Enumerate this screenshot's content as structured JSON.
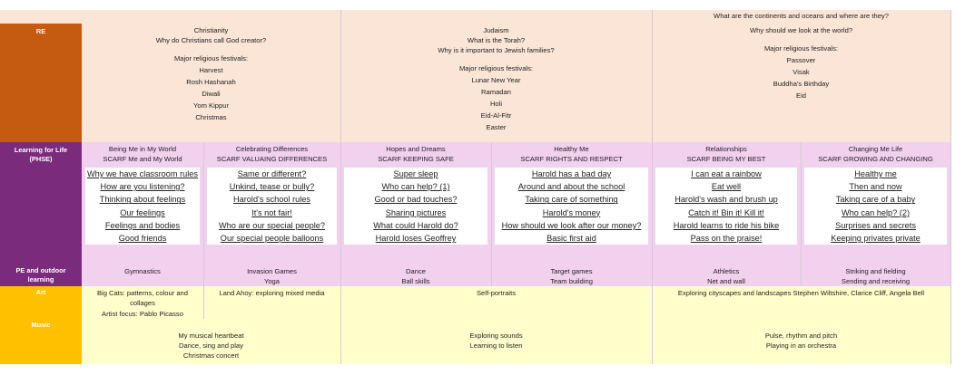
{
  "geography_top": {
    "col6": "What are the continents and oceans and where are they?"
  },
  "re": {
    "header": "RE",
    "col1": [
      "Christianity",
      "Why do Christians call God creator?",
      "",
      "Major religious festivals:",
      "Harvest",
      "Rosh Hashanah",
      "Diwali",
      "Yom Kippur",
      "Christmas"
    ],
    "col2": [
      "Judaism",
      "What is the Torah?",
      "Why is it important to Jewish families?",
      "",
      "Major religious festivals:",
      "Lunar New Year",
      "Ramadan",
      "Holi",
      "Eid-Al-Fitr",
      "Easter"
    ],
    "col3": [
      "Why should we look at the world?",
      "",
      "Major religious festivals:",
      "Passover",
      "Visak",
      "Buddha's Birthday",
      "Eid"
    ]
  },
  "lfl": {
    "header": [
      "Learning for Life",
      "(PHSE)"
    ],
    "units": [
      {
        "title": "Being Me in My World",
        "scarf": "SCARF Me and My World",
        "items": [
          "Why we have classroom rules",
          "How are you listening?",
          "Thinking about feelings",
          "Our feelings",
          "Feelings and bodies",
          "Good friends"
        ]
      },
      {
        "title": "Celebrating Differences",
        "scarf": "SCARF VALUAING DIFFERENCES",
        "items": [
          "Same or different?",
          "Unkind, tease or bully?",
          "Harold's school rules",
          "It's not fair!",
          "Who are our special people?",
          "Our special people balloons"
        ]
      },
      {
        "title": "Hopes and Dreams",
        "scarf": "SCARF KEEPING SAFE",
        "items": [
          "Super sleep",
          "Who can help? (1)",
          "Good or bad touches?",
          "Sharing pictures",
          "What could Harold do?",
          "Harold loses Geoffrey"
        ]
      },
      {
        "title": "Healthy Me",
        "scarf": "SCARF RIGHTS AND RESPECT",
        "items": [
          "Harold has a bad day",
          "Around and about the school",
          "Taking care of something",
          "Harold's money",
          "How should we look after our money?",
          "Basic first aid"
        ]
      },
      {
        "title": "Relationships",
        "scarf": "SCARF BEING MY BEST",
        "items": [
          "I can eat a rainbow",
          "Eat well",
          "Harold's wash and brush up",
          "Catch it! Bin it! Kill it!",
          "Harold learns to ride his bike",
          "Pass on the praise!"
        ]
      },
      {
        "title": "Changing Me Life",
        "scarf": "SCARF GROWING AND CHANGING",
        "items": [
          "Healthy me",
          "Then and now",
          "Taking care of a baby",
          "Who can help? (2)",
          "Surprises and secrets",
          "Keeping privates private"
        ]
      }
    ]
  },
  "pe": {
    "header": [
      "PE and outdoor",
      "learning"
    ],
    "cols": [
      [
        "Gymnastics"
      ],
      [
        "Invasion Games",
        "Yoga"
      ],
      [
        "Dance",
        "Ball skills"
      ],
      [
        "Target games",
        "Team building"
      ],
      [
        "Athletics",
        "Net and wall"
      ],
      [
        "Striking and fielding",
        "Sending and receiving"
      ]
    ]
  },
  "art": {
    "header": "Art",
    "col1": [
      "Big Cats: patterns, colour and collages",
      "Artist focus: Pablo Picasso"
    ],
    "col2": "Land Ahoy: exploring mixed media",
    "col3": "Self-portraits",
    "col4": "Exploring cityscapes and landscapes Stephen Wiltshire, Clarice Cliff, Angela Bell"
  },
  "music": {
    "header": "Music",
    "col1": [
      "My musical heartbeat",
      "Dance, sing and play",
      "Christmas concert"
    ],
    "col2": [
      "Exploring sounds",
      "Learning to listen"
    ],
    "col3": [
      "Pulse, rhythm and pitch",
      "Playing in an orchestra"
    ]
  },
  "colors": {
    "re_header": "#c55a11",
    "re_body": "#fbe5d6",
    "lfl_header": "#7b2b7b",
    "lfl_body": "#f1d1ee",
    "art_header": "#ffc000",
    "art_body": "#ffffcc"
  }
}
